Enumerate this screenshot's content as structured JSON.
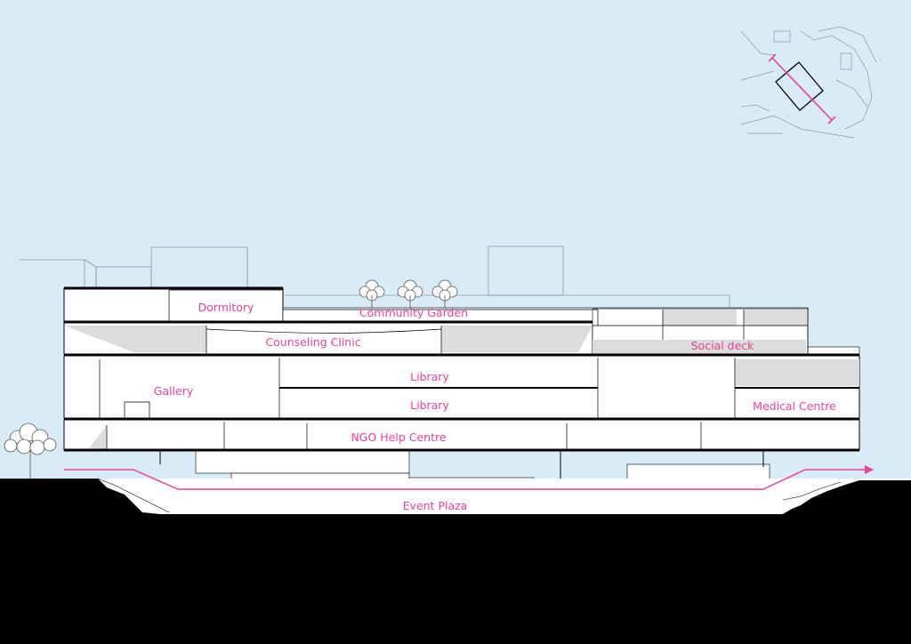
{
  "drawing": {
    "type": "building-section",
    "colors": {
      "sky": "#d9ebf7",
      "ground": "#000000",
      "line": "#000000",
      "slab_fill": "#ffffff",
      "shade": "#dcdcdc",
      "label": "#e8419a",
      "circulation": "#e8419a"
    }
  },
  "labels": {
    "dormitory": "Dormitory",
    "community_garden": "Community Garden",
    "counseling_clinic": "Counseling Clinic",
    "social_deck": "Social deck",
    "gallery": "Gallery",
    "library_upper": "Library",
    "library_lower": "Library",
    "medical_centre": "Medical Centre",
    "ngo_help_centre": "NGO Help Centre",
    "event_plaza": "Event Plaza"
  },
  "key_plan": {
    "icon": "site-key-plan-icon"
  },
  "north_arrow": {
    "icon": "circulation-arrow-icon"
  }
}
